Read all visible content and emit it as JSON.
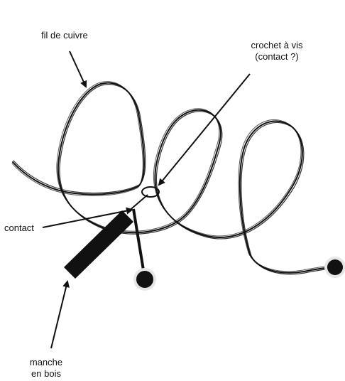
{
  "labels": {
    "copper_wire": "fil de cuivre",
    "screw_hook_line1": "crochet à vis",
    "screw_hook_line2": "(contact ?)",
    "contact": "contact",
    "handle_line1": "manche",
    "handle_line2": "en bois"
  },
  "colors": {
    "ink": "#111111",
    "terminal_halo": "#e6e6e6",
    "background": "#ffffff"
  }
}
